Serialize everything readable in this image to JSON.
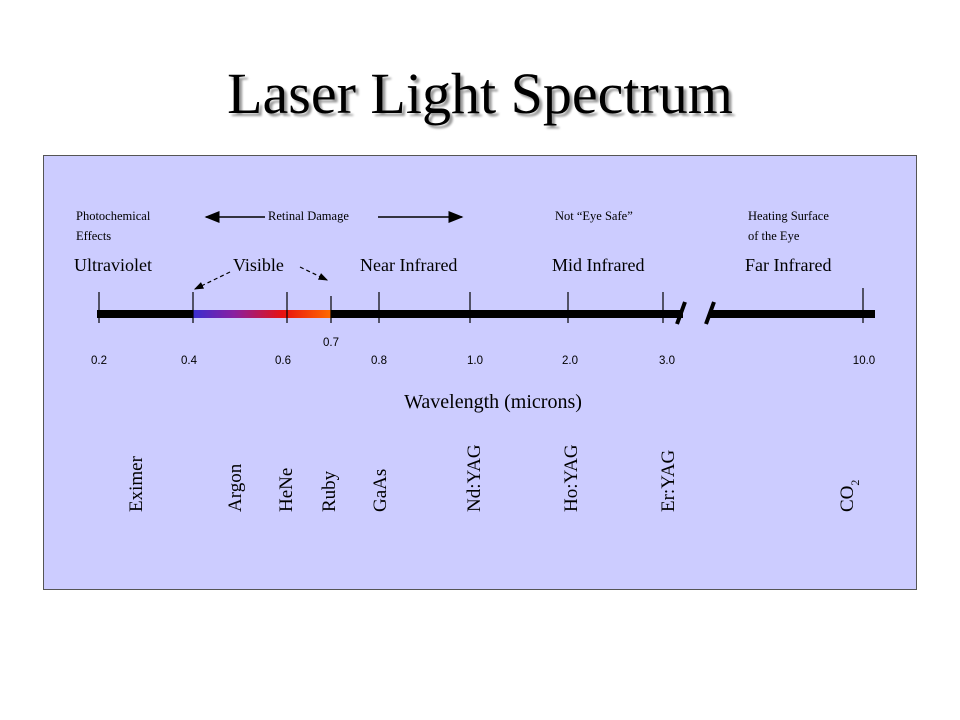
{
  "title": "Laser Light Spectrum",
  "annotations": {
    "photochemical_1": "Photochemical",
    "photochemical_2": "Effects",
    "retinal": "Retinal Damage",
    "not_eye_safe": "Not “Eye Safe”",
    "heating_1": "Heating Surface",
    "heating_2": "of the Eye"
  },
  "regions": [
    "Ultraviolet",
    "Visible",
    "Near Infrared",
    "Mid Infrared",
    "Far Infrared"
  ],
  "ticks": [
    "0.2",
    "0.4",
    "0.6",
    "0.8",
    "1.0",
    "2.0",
    "3.0",
    "10.0"
  ],
  "visible_edge": "0.7",
  "axis_label": "Wavelength (microns)",
  "lasers": [
    "Eximer",
    "Argon",
    "HeNe",
    "Ruby",
    "GaAs",
    "Nd:YAG",
    "Ho:YAG",
    "Er:YAG",
    "CO"
  ],
  "co2_subscript": "2",
  "colors": {
    "panel": "#ccccff",
    "bar": "#000000"
  }
}
